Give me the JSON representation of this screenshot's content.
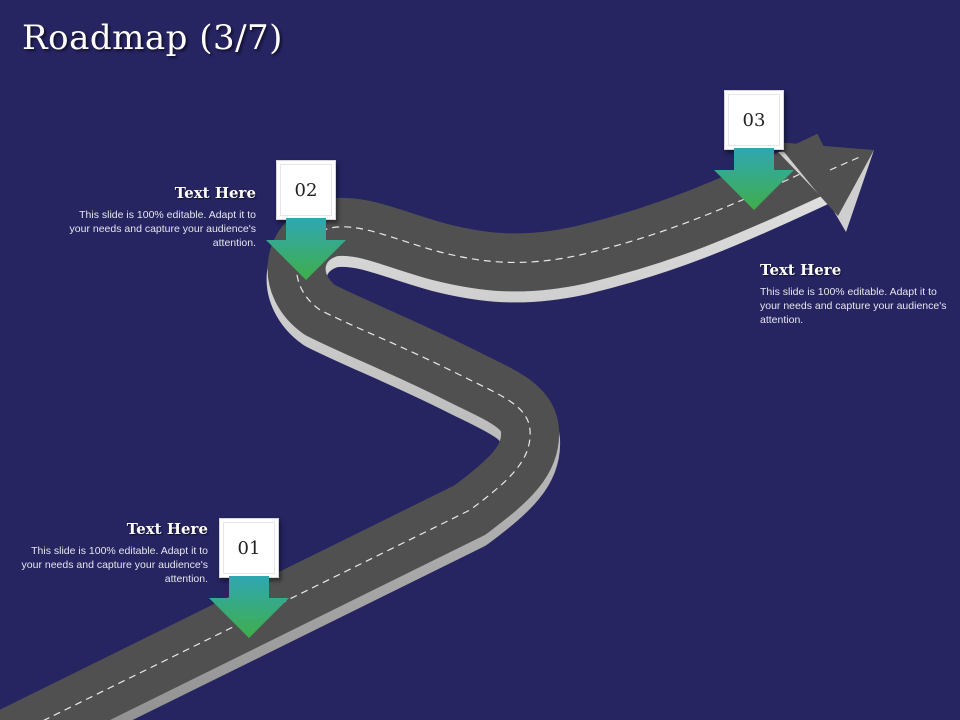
{
  "page": {
    "title": "Roadmap (3/7)"
  },
  "colors": {
    "background": "#262461",
    "road": "#505050",
    "road_edge": "#c8c8c8",
    "marker_arrow_top": "#2fa7b2",
    "marker_arrow_bottom": "#3fae4a"
  },
  "steps": [
    {
      "number": "01",
      "heading": "Text Here",
      "description": "This slide is 100% editable. Adapt it to your needs and capture your audience's attention."
    },
    {
      "number": "02",
      "heading": "Text Here",
      "description": "This slide is 100% editable. Adapt it to your needs and capture your audience's attention."
    },
    {
      "number": "03",
      "heading": "Text Here",
      "description": "This slide is 100% editable. Adapt it to your needs and capture your audience's attention."
    }
  ]
}
